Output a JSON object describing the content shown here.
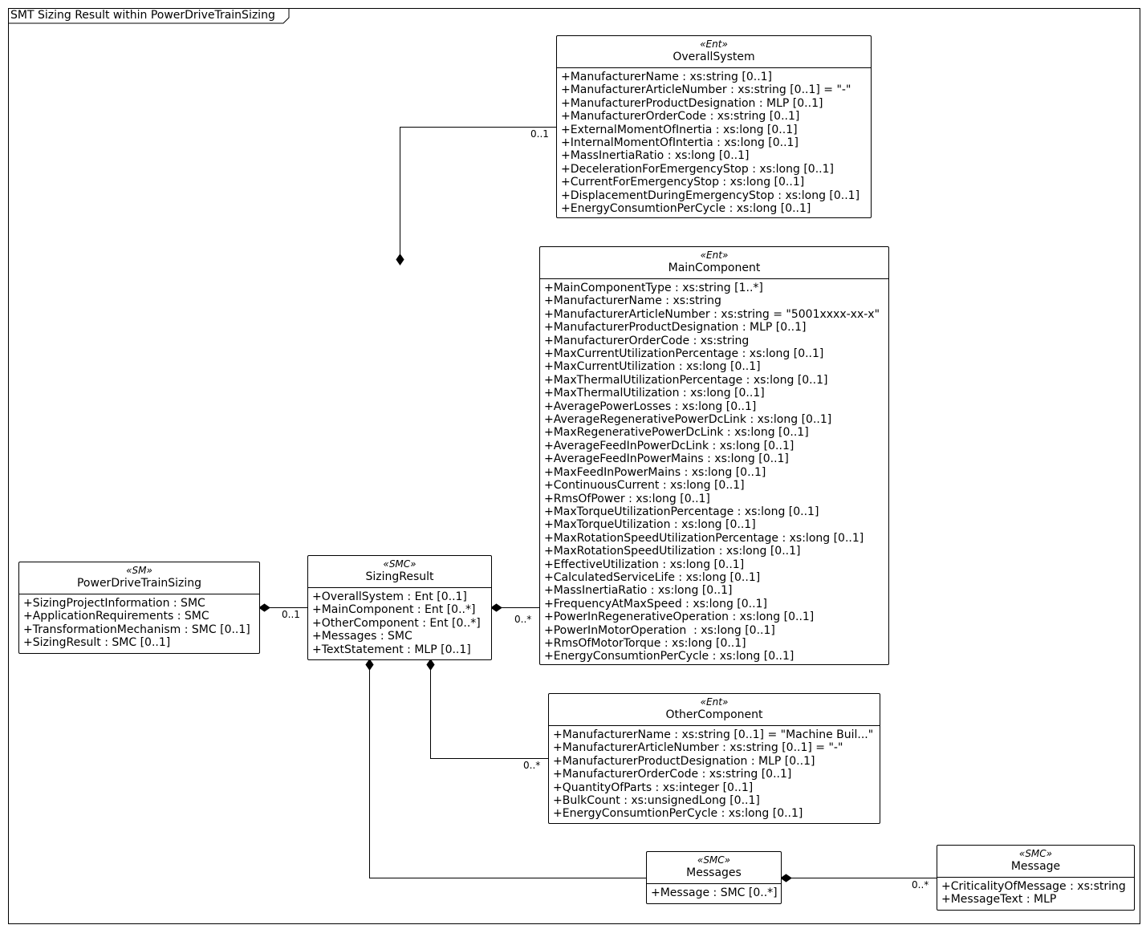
{
  "frame": {
    "title": "SMT Sizing Result within PowerDriveTrainSizing"
  },
  "classes": {
    "overall_system": {
      "stereotype": "«Ent»",
      "name": "OverallSystem",
      "attributes": [
        "+ManufacturerName : xs:string [0..1]",
        "+ManufacturerArticleNumber : xs:string [0..1] = \"-\"",
        "+ManufacturerProductDesignation : MLP [0..1]",
        "+ManufacturerOrderCode : xs:string [0..1]",
        "+ExternalMomentOfInertia : xs:long [0..1]",
        "+InternalMomentOfIntertia : xs:long [0..1]",
        "+MassInertiaRatio : xs:long [0..1]",
        "+DecelerationForEmergencyStop : xs:long [0..1]",
        "+CurrentForEmergencyStop : xs:long [0..1]",
        "+DisplacementDuringEmergencyStop : xs:long [0..1]",
        "+EnergyConsumtionPerCycle : xs:long [0..1]"
      ]
    },
    "main_component": {
      "stereotype": "«Ent»",
      "name": "MainComponent",
      "attributes": [
        "+MainComponentType : xs:string [1..*]",
        "+ManufacturerName : xs:string",
        "+ManufacturerArticleNumber : xs:string = \"5001xxxx-xx-x\"",
        "+ManufacturerProductDesignation : MLP [0..1]",
        "+ManufacturerOrderCode : xs:string",
        "+MaxCurrentUtilizationPercentage : xs:long [0..1]",
        "+MaxCurrentUtilization : xs:long [0..1]",
        "+MaxThermalUtilizationPercentage : xs:long [0..1]",
        "+MaxThermalUtilization : xs:long [0..1]",
        "+AveragePowerLosses : xs:long [0..1]",
        "+AverageRegenerativePowerDcLink : xs:long [0..1]",
        "+MaxRegenerativePowerDcLink : xs:long [0..1]",
        "+AverageFeedInPowerDcLink : xs:long [0..1]",
        "+AverageFeedInPowerMains : xs:long [0..1]",
        "+MaxFeedInPowerMains : xs:long [0..1]",
        "+ContinuousCurrent : xs:long [0..1]",
        "+RmsOfPower : xs:long [0..1]",
        "+MaxTorqueUtilizationPercentage : xs:long [0..1]",
        "+MaxTorqueUtilization : xs:long [0..1]",
        "+MaxRotationSpeedUtilizationPercentage : xs:long [0..1]",
        "+MaxRotationSpeedUtilization : xs:long [0..1]",
        "+EffectiveUtilization : xs:long [0..1]",
        "+CalculatedServiceLife : xs:long [0..1]",
        "+MassInertiaRatio : xs:long [0..1]",
        "+FrequencyAtMaxSpeed : xs:long [0..1]",
        "+PowerInRegenerativeOperation : xs:long [0..1]",
        "+PowerInMotorOperation  : xs:long [0..1]",
        "+RmsOfMotorTorque : xs:long [0..1]",
        "+EnergyConsumtionPerCycle : xs:long [0..1]"
      ]
    },
    "power_drive_train_sizing": {
      "stereotype": "«SM»",
      "name": "PowerDriveTrainSizing",
      "attributes": [
        "+SizingProjectInformation : SMC",
        "+ApplicationRequirements : SMC",
        "+TransformationMechanism : SMC [0..1]",
        "+SizingResult : SMC [0..1]"
      ]
    },
    "sizing_result": {
      "stereotype": "«SMC»",
      "name": "SizingResult",
      "attributes": [
        "+OverallSystem : Ent [0..1]",
        "+MainComponent : Ent [0..*]",
        "+OtherComponent : Ent [0..*]",
        "+Messages : SMC",
        "+TextStatement : MLP [0..1]"
      ]
    },
    "other_component": {
      "stereotype": "«Ent»",
      "name": "OtherComponent",
      "attributes": [
        "+ManufacturerName : xs:string [0..1] = \"Machine Buil...\"",
        "+ManufacturerArticleNumber : xs:string [0..1] = \"-\"",
        "+ManufacturerProductDesignation : MLP [0..1]",
        "+ManufacturerOrderCode : xs:string [0..1]",
        "+QuantityOfParts : xs:integer [0..1]",
        "+BulkCount : xs:unsignedLong [0..1]",
        "+EnergyConsumtionPerCycle : xs:long [0..1]"
      ]
    },
    "messages": {
      "stereotype": "«SMC»",
      "name": "Messages",
      "attributes": [
        "+Message : SMC [0..*]"
      ]
    },
    "message": {
      "stereotype": "«SMC»",
      "name": "Message",
      "attributes": [
        "+CriticalityOfMessage : xs:string",
        "+MessageText : MLP"
      ]
    }
  },
  "multiplicities": {
    "overall_system": "0..1",
    "sizing_result": "0..1",
    "main_component": "0..*",
    "other_component": "0..*",
    "message": "0..*"
  }
}
